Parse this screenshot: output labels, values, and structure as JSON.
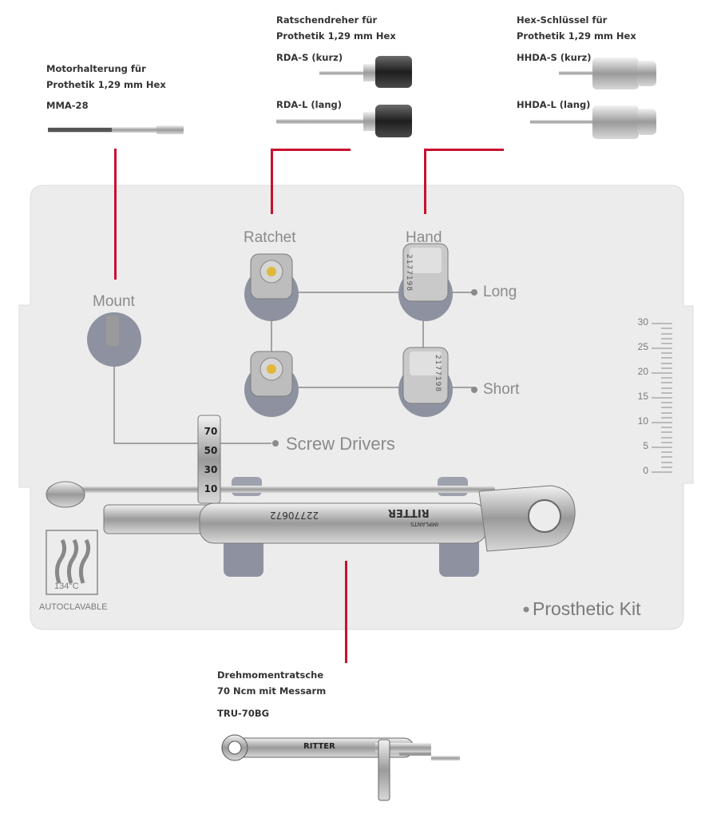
{
  "captions": {
    "motor": {
      "line1": "Motorhalterung für",
      "line2": "Prothetik 1,29 mm Hex",
      "code": "MMA-28"
    },
    "ratchet_driver": {
      "line1": "Ratschendreher für",
      "line2": "Prothetik 1,29 mm Hex",
      "short": "RDA-S (kurz)",
      "long": "RDA-L (lang)"
    },
    "hex_key": {
      "line1": "Hex-Schlüssel für",
      "line2": "Prothetik 1,29 mm Hex",
      "short": "HHDA-S (kurz)",
      "long": "HHDA-L (lang)"
    },
    "torque": {
      "line1": "Drehmomentratsche",
      "line2": "70 Ncm mit Messarm",
      "code": "TRU-70BG"
    }
  },
  "tray": {
    "ratchet": "Ratchet",
    "hand": "Hand",
    "mount": "Mount",
    "long": "Long",
    "short": "Short",
    "screw_drivers": "Screw Drivers",
    "kit_name": "Prosthetic Kit",
    "autoclavable": "AUTOCLAVABLE",
    "temperature": "134°C",
    "ruler_ticks": [
      "30",
      "25",
      "20",
      "15",
      "10",
      "5",
      "0"
    ],
    "hex_serial": "2177198",
    "wrench_serial": "22770672",
    "wrench_brand": "RITTER",
    "wrench_sub": "IMPLANTS",
    "scale_marks": [
      "70",
      "50",
      "30",
      "10"
    ],
    "small_brand": "RITTER"
  },
  "colors": {
    "accent": "#c8102e",
    "tray": "#ececec",
    "label": "#8a8a8a",
    "gold": "#e2b83a"
  }
}
